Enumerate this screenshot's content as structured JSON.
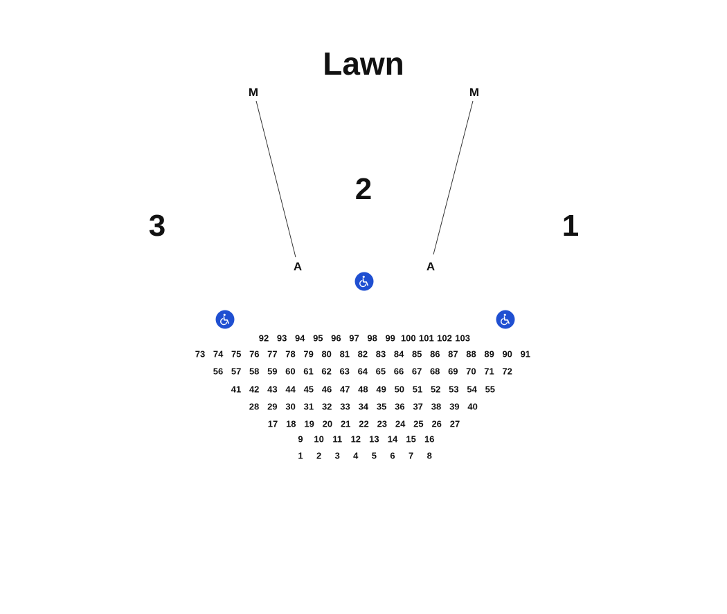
{
  "title": "Lawn",
  "sections": {
    "left": "3",
    "center": "2",
    "right": "1"
  },
  "aisle_labels": {
    "top_left": "M",
    "top_right": "M",
    "bottom_left": "A",
    "bottom_right": "A"
  },
  "accessible_icon": "wheelchair-icon",
  "accessible_color": "#1f4fd1",
  "seat_rows": [
    [
      "92",
      "93",
      "94",
      "95",
      "96",
      "97",
      "98",
      "99",
      "100",
      "101",
      "102",
      "103"
    ],
    [
      "73",
      "74",
      "75",
      "76",
      "77",
      "78",
      "79",
      "80",
      "81",
      "82",
      "83",
      "84",
      "85",
      "86",
      "87",
      "88",
      "89",
      "90",
      "91"
    ],
    [
      "56",
      "57",
      "58",
      "59",
      "60",
      "61",
      "62",
      "63",
      "64",
      "65",
      "66",
      "67",
      "68",
      "69",
      "70",
      "71",
      "72"
    ],
    [
      "41",
      "42",
      "43",
      "44",
      "45",
      "46",
      "47",
      "48",
      "49",
      "50",
      "51",
      "52",
      "53",
      "54",
      "55"
    ],
    [
      "28",
      "29",
      "30",
      "31",
      "32",
      "33",
      "34",
      "35",
      "36",
      "37",
      "38",
      "39",
      "40"
    ],
    [
      "17",
      "18",
      "19",
      "20",
      "21",
      "22",
      "23",
      "24",
      "25",
      "26",
      "27"
    ],
    [
      "9",
      "10",
      "11",
      "12",
      "13",
      "14",
      "15",
      "16"
    ],
    [
      "1",
      "2",
      "3",
      "4",
      "5",
      "6",
      "7",
      "8"
    ]
  ]
}
